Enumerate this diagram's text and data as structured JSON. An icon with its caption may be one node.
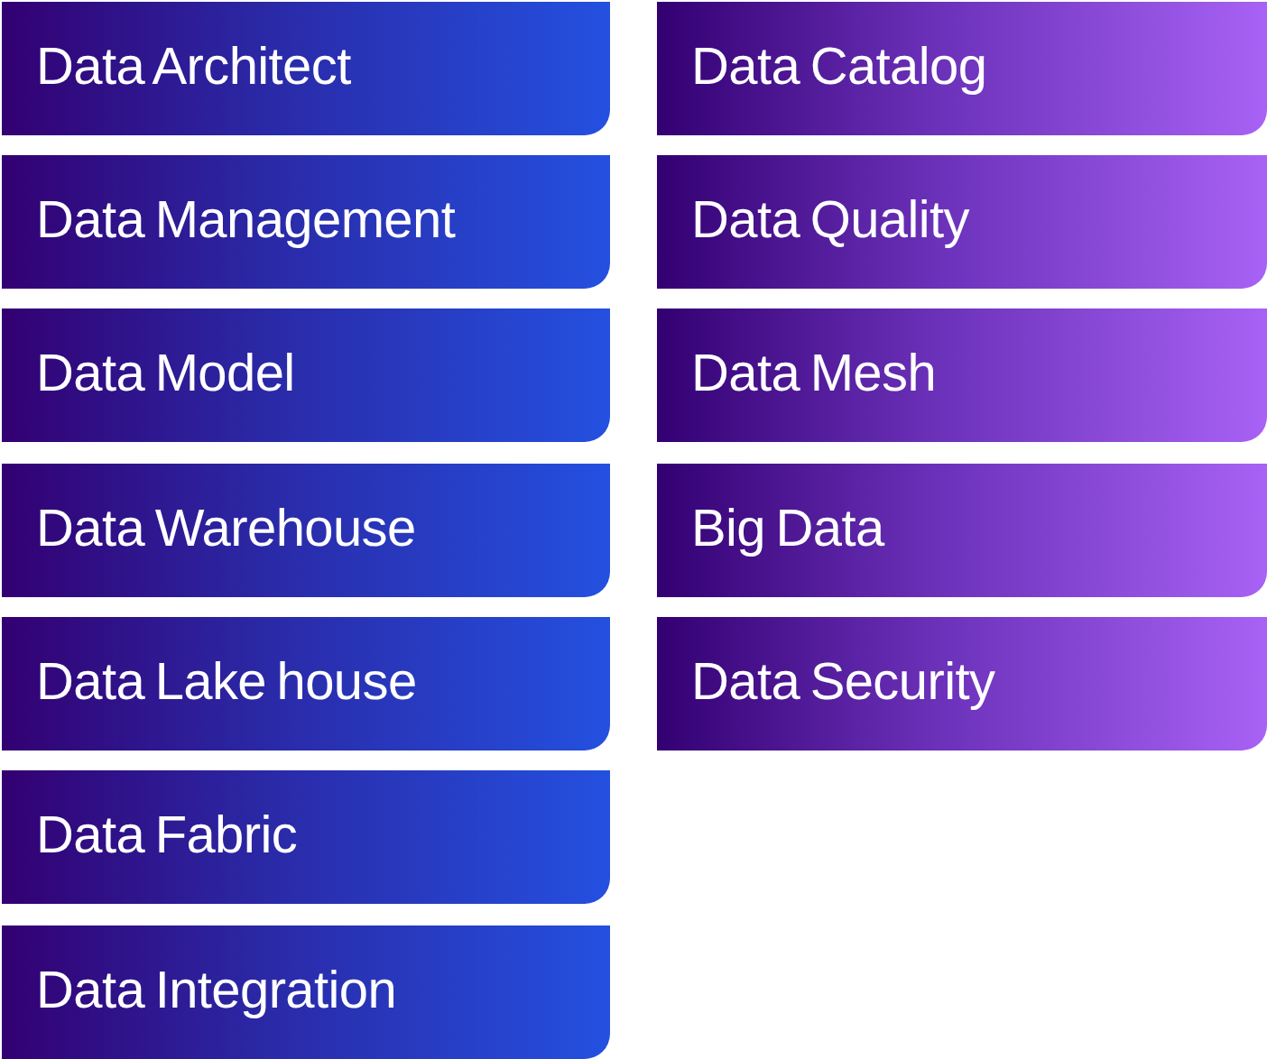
{
  "diagram": {
    "nodes": [
      {
        "text": [
          "Data Architect"
        ]
      },
      {
        "text": [
          "Data Management"
        ]
      },
      {
        "text": [
          "Data Model"
        ]
      },
      {
        "text": [
          "Data Warehouse"
        ]
      },
      {
        "text": [
          "Data Lake house"
        ]
      },
      {
        "text": [
          "Data Fabric"
        ]
      },
      {
        "text": [
          "Data Integration"
        ]
      },
      {
        "text": [
          "Data Catalog"
        ]
      },
      {
        "text": [
          "Data Quality"
        ]
      },
      {
        "text": [
          "Data Mesh"
        ]
      },
      {
        "text": [
          "Big Data"
        ]
      },
      {
        "text": [
          "Data Security"
        ]
      }
    ]
  }
}
